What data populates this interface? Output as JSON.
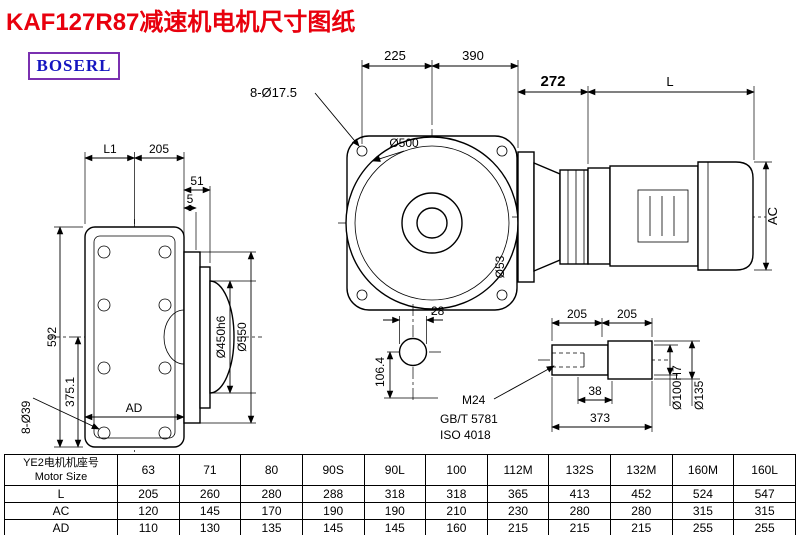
{
  "page": {
    "title": "KAF127R87减速机电机尺寸图纸",
    "logo_text": "BOSERL"
  },
  "colors": {
    "title_red": "#e8000d",
    "logo_blue": "#1515c0",
    "logo_border_purple": "#7a30b0",
    "line_black": "#000000"
  },
  "drawing": {
    "left_view": {
      "dim_l1": "L1",
      "dim_205": "205",
      "dim_51": "51",
      "dim_5": "5",
      "dim_592": "592",
      "dim_375": "375.1",
      "holes_label": "8-Ø39",
      "dim_ad": "AD",
      "dim_450": "Ø450h6",
      "dim_550": "Ø550"
    },
    "front_view": {
      "dim_225": "225",
      "dim_390": "390",
      "holes_label": "8-Ø17.5",
      "dim_500": "Ø500",
      "dim_53": "Ø53",
      "dim_28": "28",
      "dim_106": "106.4"
    },
    "motor_view": {
      "dim_272": "272",
      "dim_l": "L",
      "dim_ac": "AC"
    },
    "shaft_view": {
      "dim_205_left": "205",
      "dim_205_right": "205",
      "dim_38": "38",
      "dim_373": "373",
      "thread_label": "M24",
      "std_label_1": "GB/T 5781",
      "std_label_2": "ISO 4018",
      "dim_100": "Ø100H7",
      "dim_135": "Ø135"
    }
  },
  "table": {
    "header_cn": "YE2电机机座号",
    "header_en": "Motor Size",
    "sizes": [
      "63",
      "71",
      "80",
      "90S",
      "90L",
      "100",
      "112M",
      "132S",
      "132M",
      "160M",
      "160L"
    ],
    "rows": [
      {
        "label": "L",
        "values": [
          "205",
          "260",
          "280",
          "288",
          "318",
          "318",
          "365",
          "413",
          "452",
          "524",
          "547"
        ]
      },
      {
        "label": "AC",
        "values": [
          "120",
          "145",
          "170",
          "190",
          "190",
          "210",
          "230",
          "280",
          "280",
          "315",
          "315"
        ]
      },
      {
        "label": "AD",
        "values": [
          "110",
          "130",
          "135",
          "145",
          "145",
          "160",
          "215",
          "215",
          "215",
          "255",
          "255"
        ]
      }
    ]
  }
}
